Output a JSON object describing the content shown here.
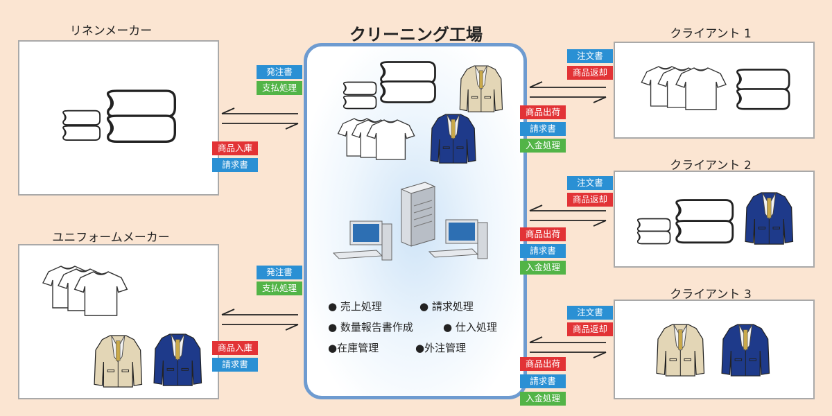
{
  "titles": {
    "linen_maker": "リネンメーカー",
    "uniform_maker": "ユニフォームメーカー",
    "factory": "クリーニング工場",
    "client1": "クライアント 1",
    "client2": "クライアント 2",
    "client3": "クライアント 3"
  },
  "badges": {
    "order": "発注書",
    "payment": "支払処理",
    "goods_in": "商品入庫",
    "invoice": "請求書",
    "purchase_order": "注文書",
    "goods_return": "商品返却",
    "goods_out": "商品出荷",
    "deposit": "入金処理"
  },
  "features": {
    "sales": "● 売上処理",
    "billing": "● 請求処理",
    "quantity_report": "● 数量報告書作成",
    "purchasing": "● 仕入処理",
    "inventory": "●在庫管理",
    "outsourcing": "●外注管理"
  },
  "colors": {
    "background": "#fbe5d2",
    "badge_blue": "#2a90d4",
    "badge_green": "#52b447",
    "badge_red": "#e23336",
    "factory_border": "#6e9bd0",
    "navy_jacket": "#1e3a8a",
    "beige_jacket": "#e3d6b6"
  }
}
